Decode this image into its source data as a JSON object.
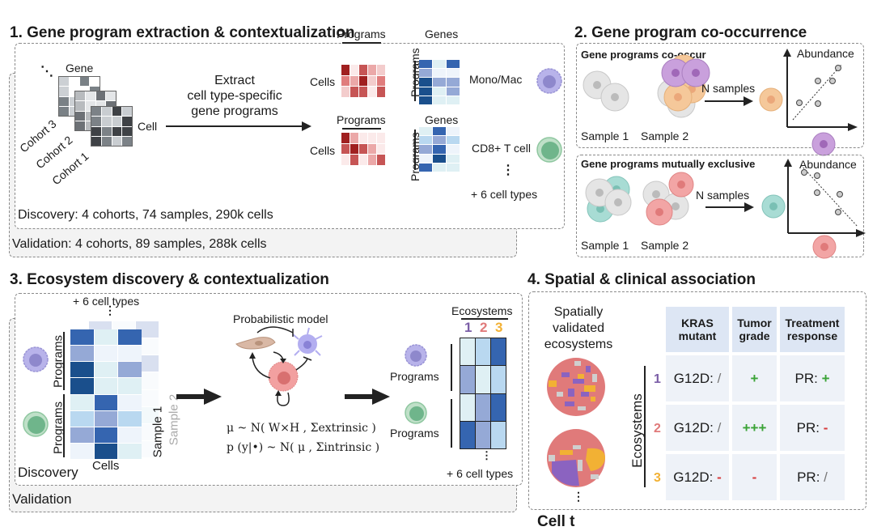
{
  "panel1": {
    "title": "1. Gene program extraction & contextualization",
    "gene_label": "Gene",
    "cell_label": "Cell",
    "cohorts": [
      "Cohort 3",
      "Cohort 2",
      "Cohort 1"
    ],
    "extract_text": [
      "Extract",
      "cell type-specific",
      "gene programs"
    ],
    "programs_label": "Programs",
    "genes_label": "Genes",
    "cells_label": "Cells",
    "cell_types": [
      {
        "name": "Mono/Mac",
        "color": "#a9a3e0"
      },
      {
        "name": "CD8+ T cell",
        "color": "#8fc7a0"
      }
    ],
    "more_cell_types": "+ 6 cell types",
    "discovery": "Discovery: 4 cohorts, 74 samples, 290k cells",
    "validation": "Validation: 4 cohorts, 89 samples, 288k cells"
  },
  "panel2": {
    "title": "2. Gene program co-occurrence",
    "cooccur": {
      "heading": "Gene programs co-occur",
      "sample1": "Sample 1",
      "sample2": "Sample 2",
      "arrow_label": "N samples",
      "axis_label": "Abundance",
      "colors": [
        "#f5c89a",
        "#c9a0dc"
      ]
    },
    "exclusive": {
      "heading": "Gene programs mutually exclusive",
      "sample1": "Sample 1",
      "sample2": "Sample 2",
      "arrow_label": "N samples",
      "axis_label": "Abundance",
      "colors": [
        "#a8dcd4",
        "#f2a5a5"
      ]
    }
  },
  "panel3": {
    "title": "3. Ecosystem discovery & contextualization",
    "more_cell_types_top": "+ 6 cell types",
    "programs_label": "Programs",
    "cells_label": "Cells",
    "sample1": "Sample 1",
    "sample2": "Sample 2",
    "model_title": "Probabilistic model",
    "equation1": "μ ~ N( W×H , Σextrinsic )",
    "equation2": "p (y|•) ~ N( μ , Σintrinsic )",
    "ecosystems_label": "Ecosystems",
    "ecosystem_numbers": [
      {
        "n": "1",
        "color": "#7b5ea7"
      },
      {
        "n": "2",
        "color": "#e07a7a"
      },
      {
        "n": "3",
        "color": "#f2b134"
      }
    ],
    "more_cell_types_bottom": "+ 6 cell types",
    "discovery": "Discovery",
    "validation": "Validation"
  },
  "panel4": {
    "title": "4. Spatial & clinical association",
    "spatial_label": [
      "Spatially",
      "validated",
      "ecosystems"
    ],
    "ecosystems_axis": "Ecosystems",
    "headers": [
      [
        "KRAS",
        "mutant"
      ],
      [
        "Tumor",
        "grade"
      ],
      [
        "Treatment",
        "response"
      ]
    ],
    "rows": [
      {
        "eco": "1",
        "eco_color": "#7b5ea7",
        "kras_prefix": "G12D:",
        "kras_val": "/",
        "kras_color": "#777777",
        "grade": "+",
        "grade_color": "#3aa336",
        "resp_prefix": "PR:",
        "resp_val": "+",
        "resp_color": "#3aa336"
      },
      {
        "eco": "2",
        "eco_color": "#e07a7a",
        "kras_prefix": "G12D:",
        "kras_val": "/",
        "kras_color": "#777777",
        "grade": "+++",
        "grade_color": "#3aa336",
        "resp_prefix": "PR:",
        "resp_val": "-",
        "resp_color": "#d63b3b"
      },
      {
        "eco": "3",
        "eco_color": "#f2b134",
        "kras_prefix": "G12D:",
        "kras_val": "-",
        "kras_color": "#d63b3b",
        "grade": "-",
        "grade_color": "#d63b3b",
        "resp_prefix": "PR:",
        "resp_val": "/",
        "resp_color": "#777777"
      }
    ],
    "bottom_cut_text": "Cell t"
  }
}
